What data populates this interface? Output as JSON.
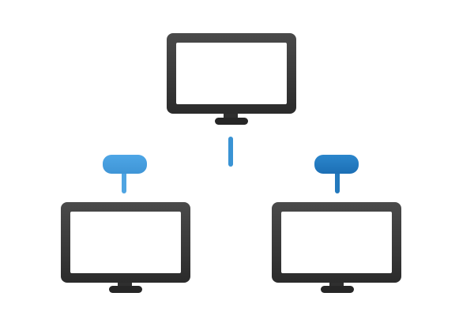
{
  "diagram": {
    "kind": "network-topology",
    "nodes": [
      {
        "id": "monitor-top",
        "icon": "monitor-icon",
        "role": "host"
      },
      {
        "id": "monitor-left",
        "icon": "monitor-icon",
        "role": "host"
      },
      {
        "id": "monitor-right",
        "icon": "monitor-icon",
        "role": "host"
      }
    ],
    "connectors": [
      {
        "id": "connector-left",
        "icon": "network-plug-icon"
      },
      {
        "id": "connector-right",
        "icon": "network-plug-icon"
      }
    ],
    "links": [
      {
        "from": "monitor-top",
        "to": "bus"
      },
      {
        "from": "monitor-left",
        "to": "connector-left"
      },
      {
        "from": "monitor-right",
        "to": "connector-right"
      }
    ]
  },
  "colors": {
    "background": "#ffffff",
    "monitor_frame_dark": "#2b2b2b",
    "monitor_frame_mid": "#4a4a4a",
    "monitor_screen": "#ffffff",
    "network_light": "#5aaee8",
    "network_dark": "#1f7cc4",
    "connector_light": "#4ea6e6",
    "connector_dark": "#1c6fb5"
  }
}
